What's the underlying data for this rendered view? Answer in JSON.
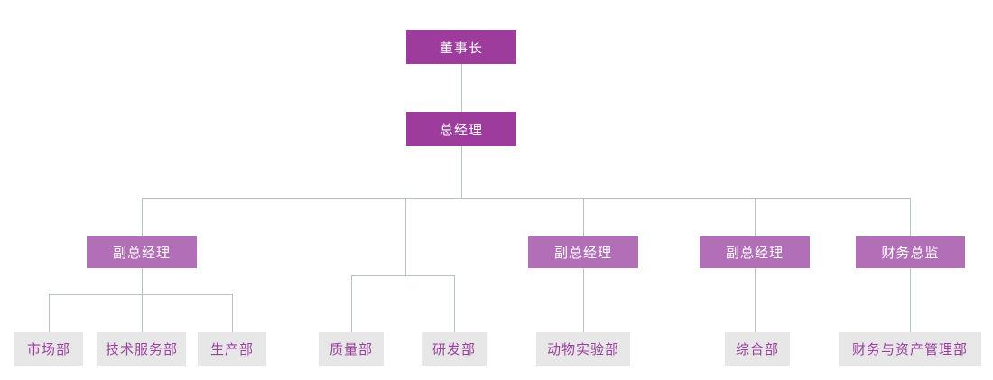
{
  "diagram": {
    "type": "org-chart",
    "colors": {
      "background": "#ffffff",
      "executive_box": "#9e3c9e",
      "manager_box": "#b26fb7",
      "department_box": "#e7e7e7",
      "department_text": "#9b3f9f",
      "box_text": "#ffffff",
      "connector": "#b6c2ca"
    },
    "nodes": {
      "chairman": {
        "label": "董事长",
        "level": 1
      },
      "general_manager": {
        "label": "总经理",
        "level": 2
      },
      "deputy_gm_1": {
        "label": "副总经理",
        "level": 3
      },
      "deputy_gm_2": {
        "label": "副总经理",
        "level": 3
      },
      "deputy_gm_3": {
        "label": "副总经理",
        "level": 3
      },
      "finance_director": {
        "label": "财务总监",
        "level": 3
      },
      "marketing_dept": {
        "label": "市场部",
        "level": 4
      },
      "tech_service_dept": {
        "label": "技术服务部",
        "level": 4
      },
      "production_dept": {
        "label": "生产部",
        "level": 4
      },
      "quality_dept": {
        "label": "质量部",
        "level": 4
      },
      "rd_dept": {
        "label": "研发部",
        "level": 4
      },
      "animal_lab_dept": {
        "label": "动物实验部",
        "level": 4
      },
      "general_affairs_dept": {
        "label": "综合部",
        "level": 4
      },
      "finance_asset_dept": {
        "label": "财务与资产管理部",
        "level": 4
      }
    },
    "edges": [
      [
        "chairman",
        "general_manager"
      ],
      [
        "general_manager",
        "deputy_gm_1"
      ],
      [
        "general_manager",
        "quality_dept"
      ],
      [
        "general_manager",
        "rd_dept"
      ],
      [
        "general_manager",
        "deputy_gm_2"
      ],
      [
        "general_manager",
        "deputy_gm_3"
      ],
      [
        "general_manager",
        "finance_director"
      ],
      [
        "deputy_gm_1",
        "marketing_dept"
      ],
      [
        "deputy_gm_1",
        "tech_service_dept"
      ],
      [
        "deputy_gm_1",
        "production_dept"
      ],
      [
        "deputy_gm_2",
        "animal_lab_dept"
      ],
      [
        "deputy_gm_3",
        "general_affairs_dept"
      ],
      [
        "finance_director",
        "finance_asset_dept"
      ]
    ]
  }
}
